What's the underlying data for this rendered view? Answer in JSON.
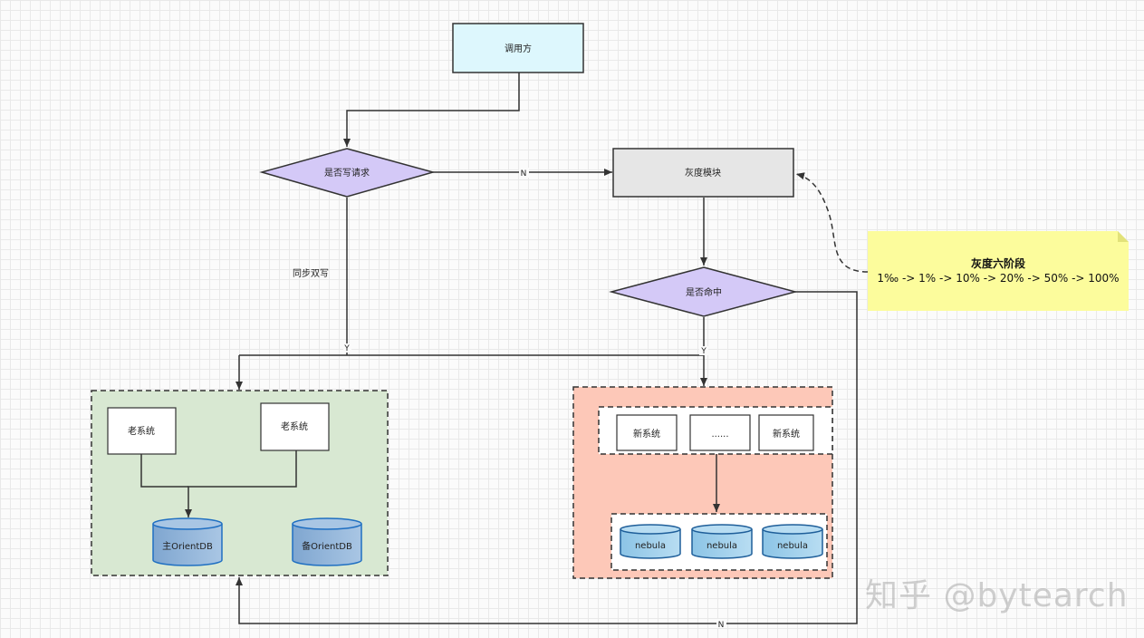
{
  "nodes": {
    "caller": "调用方",
    "is_write": "是否写请求",
    "gray_module": "灰度模块",
    "is_hit": "是否命中",
    "old_system_1": "老系统",
    "old_system_2": "老系统",
    "primary_db": "主OrientDB",
    "backup_db": "备OrientDB",
    "new_system_1": "新系统",
    "new_system_ellipsis": "......",
    "new_system_2": "新系统",
    "nebula_1": "nebula",
    "nebula_2": "nebula",
    "nebula_3": "nebula"
  },
  "edges": {
    "no_write": "N",
    "sync_double_write": "同步双写",
    "yes_write": "Y",
    "yes_hit": "Y",
    "no_hit": "N"
  },
  "note": {
    "title": "灰度六阶段",
    "body": "1‰ -> 1% -> 10% -> 20% -> 50% -> 100%"
  },
  "watermark": "知乎 @bytearch",
  "colors": {
    "caller_fill": "#ddf7fd",
    "diamond_fill": "#d4c9f7",
    "gray_module_fill": "#e6e6e6",
    "old_group_fill": "#d8e8d2",
    "new_group_fill": "#fdc8b8",
    "db_fill": "#8fb3d6",
    "nebula_fill": "#9fcde8",
    "note_fill": "#fcfc9c"
  }
}
